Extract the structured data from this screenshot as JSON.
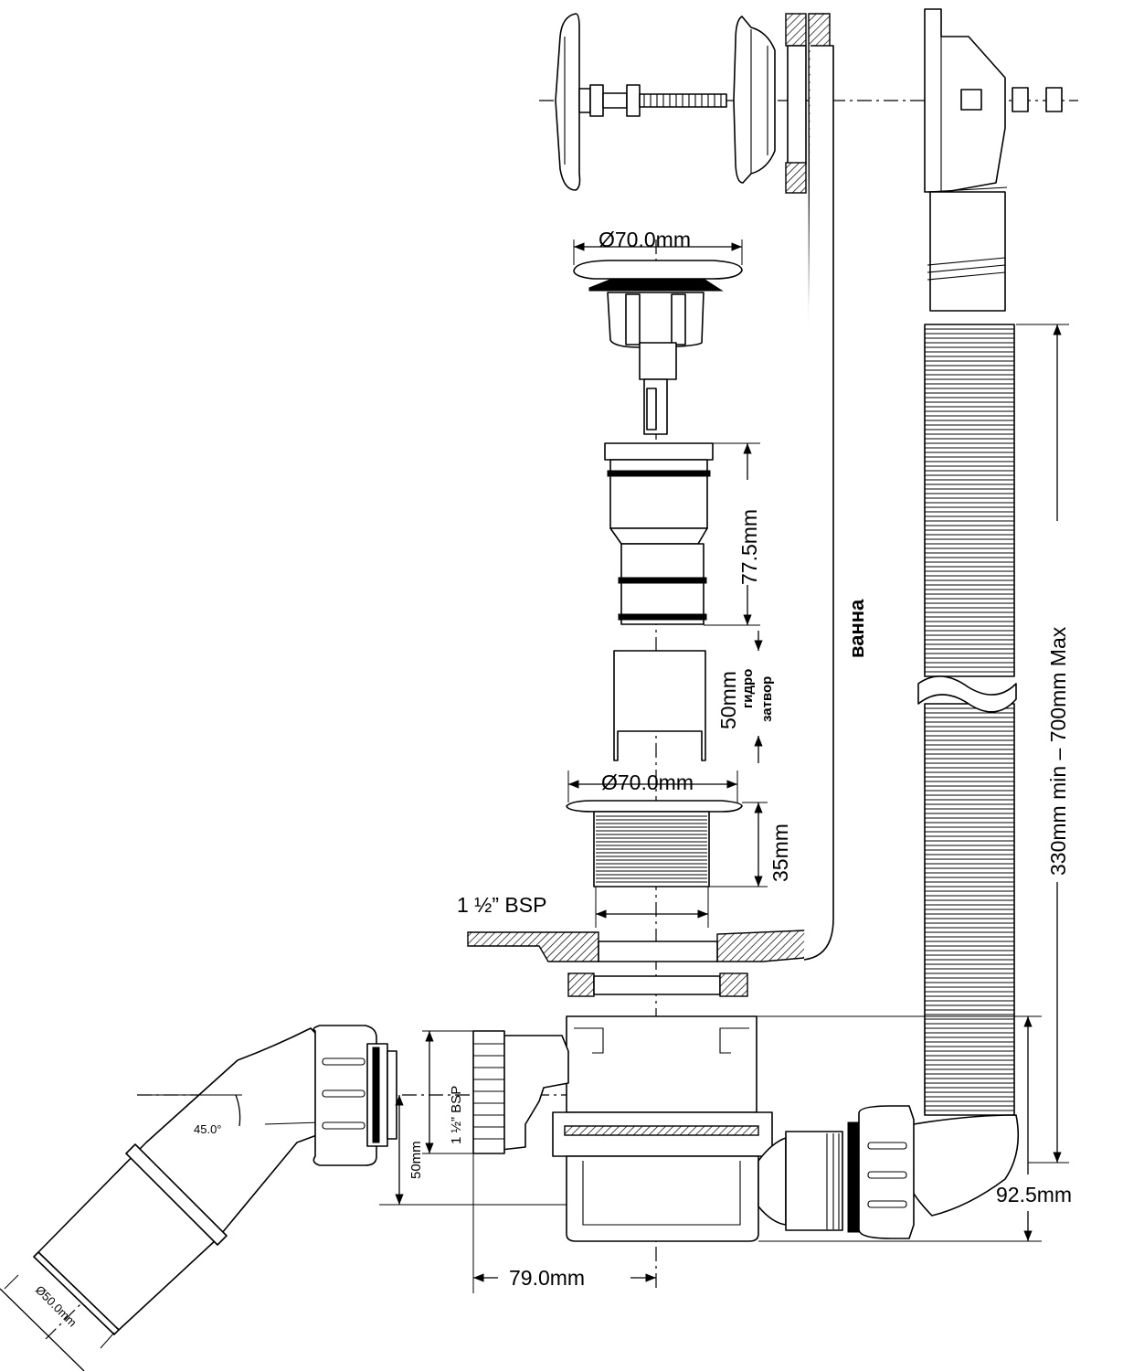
{
  "labels": {
    "cap_diameter": "Ø70.0mm",
    "flange_diameter": "Ø70.0mm",
    "strainer_length": "77.5mm",
    "water_seal": "50mm",
    "water_seal_word1": "гидро",
    "water_seal_word2": "затвор",
    "thread_height": "35mm",
    "bsp_top": "1 ½” BSP",
    "bath": "ванна",
    "hose_length": "330mm min – 700mm Max",
    "bsp_side": "1 ½” BSP",
    "outlet_drop": "50mm",
    "angle": "45.0°",
    "outlet_diameter": "Ø50.0mm",
    "offset": "79.0mm",
    "trap_height": "92.5mm"
  }
}
